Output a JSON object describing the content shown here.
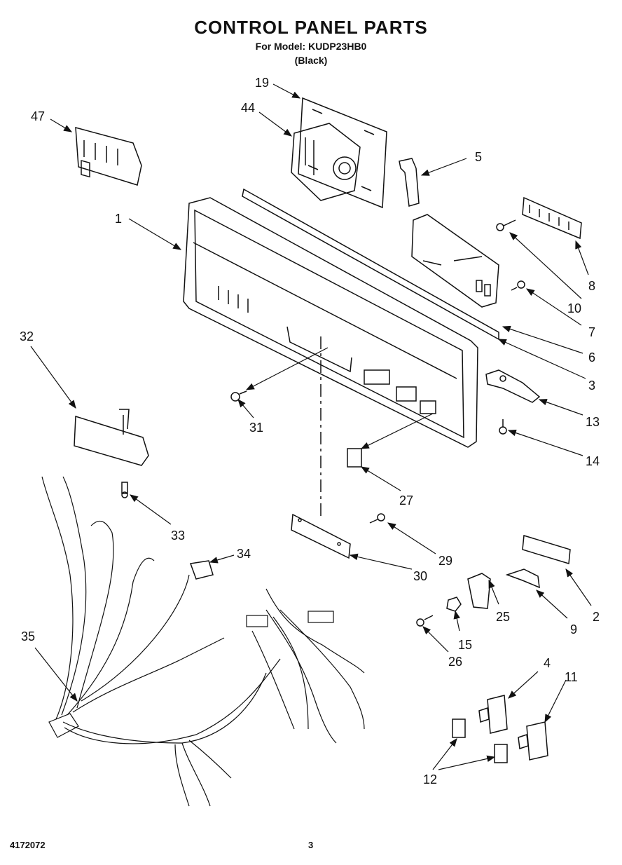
{
  "header": {
    "title": "CONTROL PANEL PARTS",
    "model_line": "For Model: KUDP23HB0",
    "color_line": "(Black)"
  },
  "footer": {
    "doc_number": "4172072",
    "page_number": "3"
  },
  "callouts": {
    "c1": "1",
    "c2": "2",
    "c3": "3",
    "c4": "4",
    "c5": "5",
    "c6": "6",
    "c7": "7",
    "c8": "8",
    "c9": "9",
    "c10": "10",
    "c11": "11",
    "c12": "12",
    "c13": "13",
    "c14": "14",
    "c15": "15",
    "c19": "19",
    "c25": "25",
    "c26": "26",
    "c27": "27",
    "c29": "29",
    "c30": "30",
    "c31": "31",
    "c32": "32",
    "c33": "33",
    "c34": "34",
    "c35": "35",
    "c44": "44",
    "c47": "47"
  }
}
